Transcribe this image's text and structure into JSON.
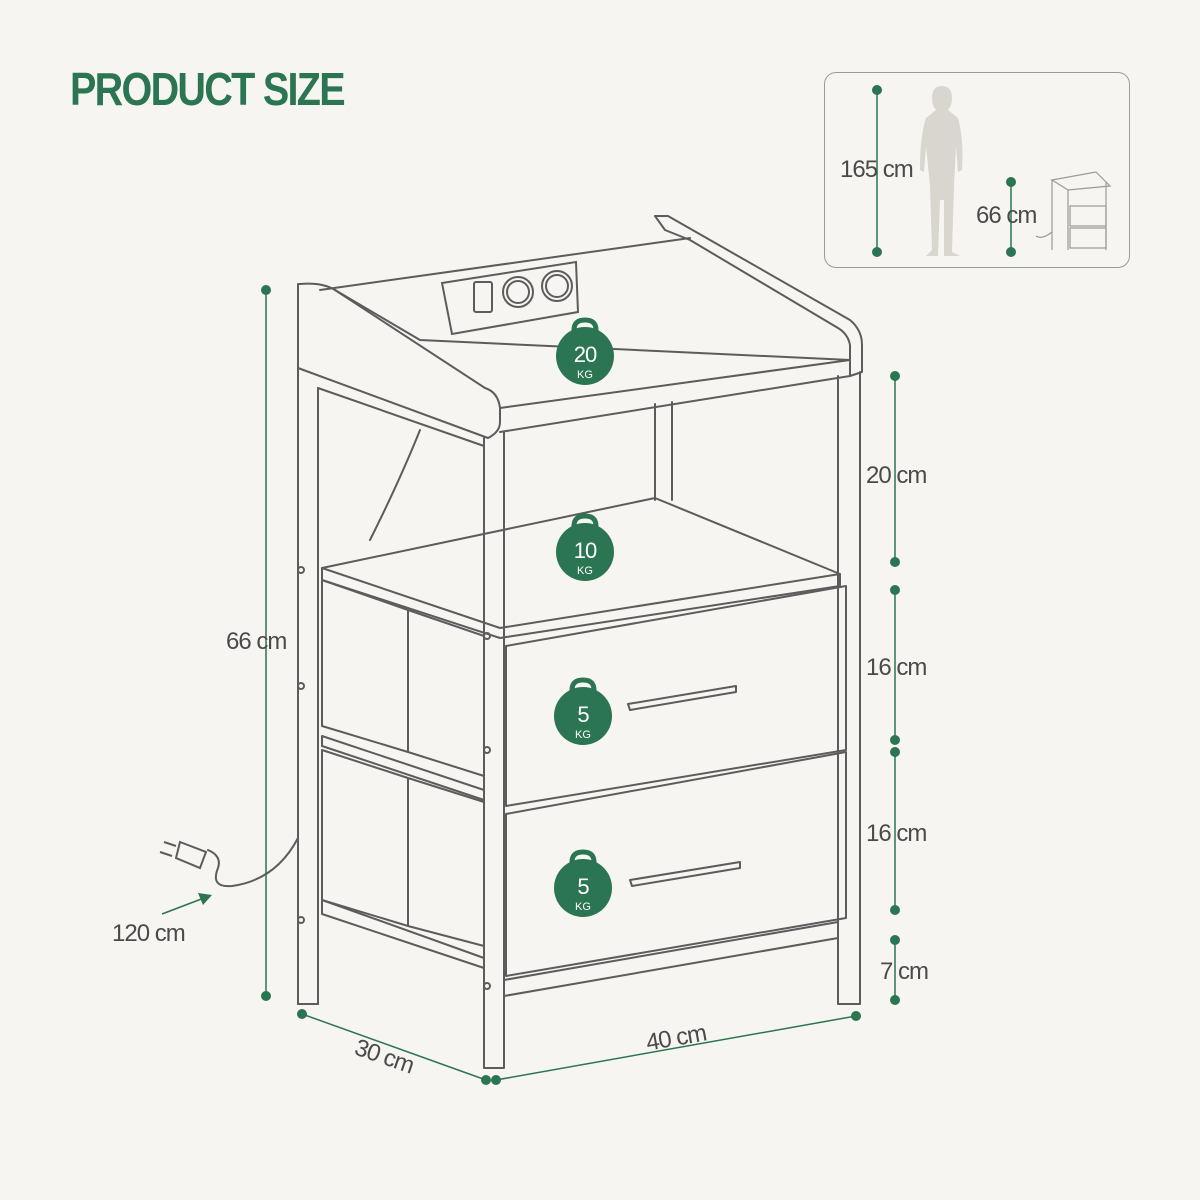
{
  "title": "PRODUCT SIZE",
  "colors": {
    "accent": "#2b7552",
    "line": "#5c5c5c",
    "label": "#4a4a4a",
    "background": "#f7f5f1"
  },
  "dimensions": {
    "height": "66 cm",
    "shelf_gap_top": "20 cm",
    "drawer_top": "16 cm",
    "drawer_bottom": "16 cm",
    "leg_height": "7 cm",
    "depth": "30 cm",
    "width": "40 cm",
    "cable_length": "120 cm"
  },
  "weight_capacity": {
    "top_value": "20",
    "top_unit": "KG",
    "shelf_value": "10",
    "shelf_unit": "KG",
    "drawer_top_value": "5",
    "drawer_top_unit": "KG",
    "drawer_bottom_value": "5",
    "drawer_bottom_unit": "KG"
  },
  "scale_comparison": {
    "person_height": "165 cm",
    "table_height": "66 cm"
  },
  "icons": [
    "power-strip-icon",
    "power-plug-icon",
    "person-silhouette-icon",
    "weight-kettlebell-icon"
  ]
}
